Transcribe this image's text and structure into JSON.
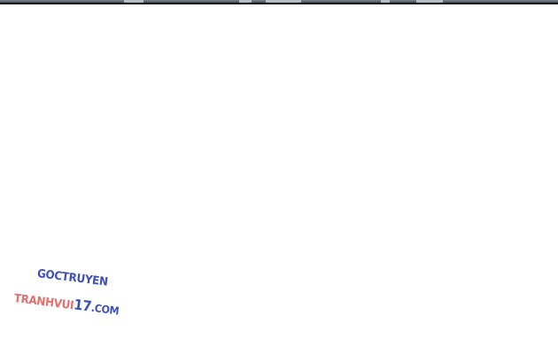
{
  "watermark": {
    "line1": "GOCTRUYEN",
    "line2_part1": "TRANHVUI",
    "line2_part2": "17",
    "line2_part3": ".COM"
  },
  "colors": {
    "background": "#ffffff",
    "watermark_blue": "#3f4fb8",
    "watermark_red": "#e36f70",
    "panel_border": "#0d0f12"
  }
}
